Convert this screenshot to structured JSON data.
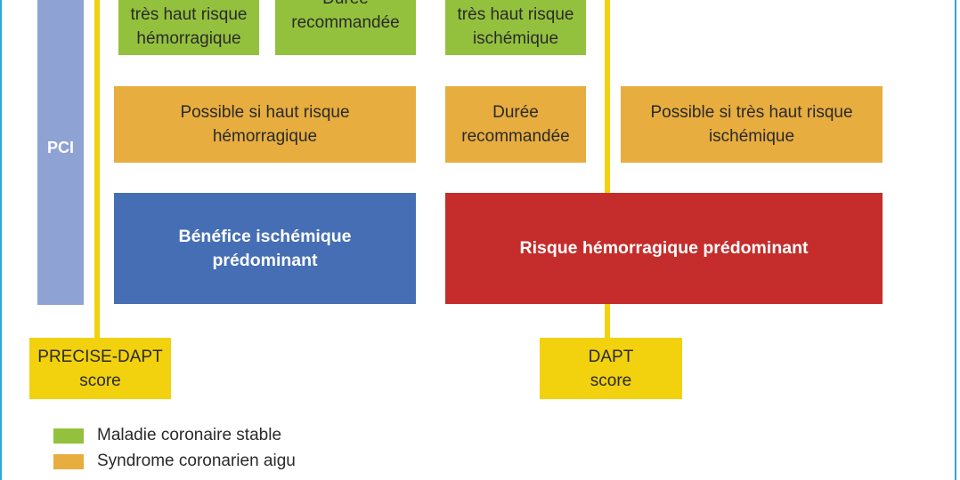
{
  "side_label": "PCI",
  "green_row": [
    "Possible si\ntrès haut risque\nhémorragique",
    "Durée\nrecommandée",
    "Possible si\ntrès haut risque\nischémique"
  ],
  "orange_row": [
    "Possible si haut risque\nhémorragique",
    "Durée\nrecommandée",
    "Possible si très haut risque\nischémique"
  ],
  "outcomes": {
    "ischemic": "Bénéfice ischémique\nprédominant",
    "bleeding": "Risque hémorragique prédominant"
  },
  "scores": {
    "left": "PRECISE-DAPT\nscore",
    "right": "DAPT\nscore"
  },
  "legend": [
    {
      "label": "Maladie coronaire stable",
      "color": "#94c13d"
    },
    {
      "label": "Syndrome coronarien aigu",
      "color": "#e7ad3f"
    }
  ],
  "colors": {
    "green": "#94c13d",
    "orange": "#e7ad3f",
    "blue": "#456eb5",
    "red": "#c42d2b",
    "yellow": "#f2d10e",
    "pci_bar": "#8ea2d4",
    "frame": "#27a8de"
  }
}
